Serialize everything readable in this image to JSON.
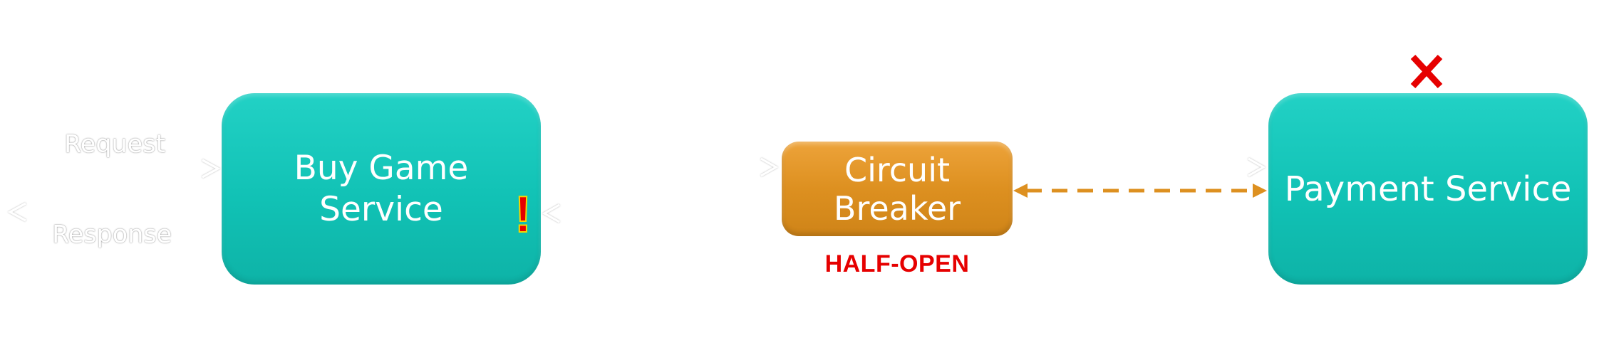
{
  "nodes": {
    "buy_game": "Buy Game\nService",
    "breaker": "Circuit\nBreaker",
    "payment": "Payment Service"
  },
  "breaker_state": "HALF-OPEN",
  "labels": {
    "request": "Request",
    "response": "Response"
  },
  "indicators": {
    "warning": "!"
  },
  "colors": {
    "service": "#13c4b7",
    "breaker": "#dd9020",
    "state_text": "#e60000",
    "link": "#dd9020",
    "fail_mark": "#e60000",
    "warning": "#e60000",
    "warning_outline": "#f5d800"
  },
  "icons": {
    "fail": "cross-icon",
    "warning": "exclamation-icon",
    "incoming_request": "chevron-right-icon",
    "outgoing_response": "chevron-left-icon"
  }
}
